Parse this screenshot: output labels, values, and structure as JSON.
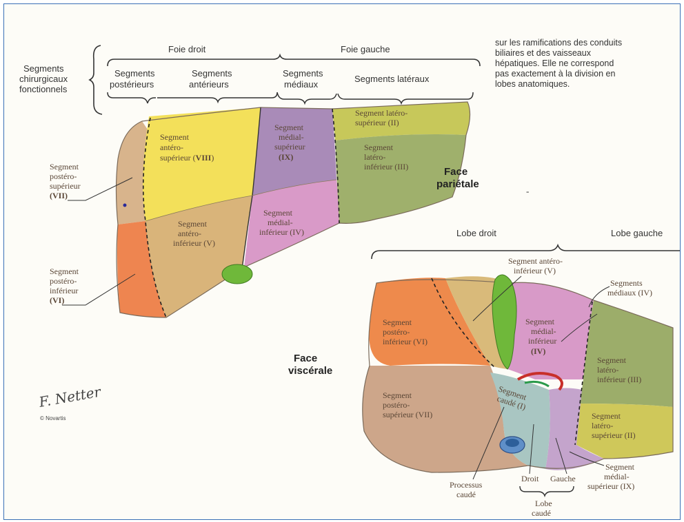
{
  "header": {
    "functional_segments": [
      "Segments",
      "chirurgicaux",
      "fonctionnels"
    ],
    "foie_droit": "Foie droit",
    "foie_gauche": "Foie gauche",
    "posterieurs": [
      "Segments",
      "postérieurs"
    ],
    "anterieurs": [
      "Segments",
      "antérieurs"
    ],
    "mediaux": [
      "Segments",
      "médiaux"
    ],
    "lateraux": "Segments latéraux"
  },
  "note": [
    "sur les ramifications des conduits",
    "biliaires et des vaisseaux",
    "hépatiques. Elle ne correspond",
    "pas exactement à la division en",
    "lobes anatomiques."
  ],
  "parietal": {
    "title": [
      "Face",
      "pariétale"
    ],
    "dash": "-",
    "seg_viii": [
      "Segment",
      "antéro-",
      "supérieur (",
      "VIII",
      ")"
    ],
    "seg_ix": [
      "Segment",
      "médial-",
      "supérieur",
      "(IX)"
    ],
    "seg_ii": [
      "Segment latéro-",
      "supérieur (II)"
    ],
    "seg_iii": [
      "Segment",
      "latéro-",
      "inférieur (III)"
    ],
    "seg_v": [
      "Segment",
      "antéro-",
      "inférieur (V)"
    ],
    "seg_iv": [
      "Segment",
      "médial-",
      "inférieur (IV)"
    ],
    "seg_vii": [
      "Segment",
      "postéro-",
      "supérieur",
      "(VII)"
    ],
    "seg_vi": [
      "Segment",
      "postéro-",
      "inférieur",
      "(VI)"
    ]
  },
  "visceral": {
    "title": [
      "Face",
      "viscérale"
    ],
    "lobe_droit": "Lobe droit",
    "lobe_gauche": "Lobe gauche",
    "seg_v": [
      "Segment antéro-",
      "inférieur (V)"
    ],
    "mediaux_iv": [
      "Segments",
      "médiaux (IV)"
    ],
    "seg_vi": [
      "Segment",
      "postéro-",
      "inférieur (VI)"
    ],
    "seg_iv": [
      "Segment",
      "médial-",
      "inférieur",
      "(IV)"
    ],
    "seg_iii": [
      "Segment",
      "latéro-",
      "inférieur (III)"
    ],
    "seg_vii": [
      "Segment",
      "postéro-",
      "supérieur (VII)"
    ],
    "caude": [
      "Segment",
      "caudé (I)"
    ],
    "seg_ii": [
      "Segment",
      "latéro-",
      "supérieur (II)"
    ],
    "seg_ix": [
      "Segment",
      "médial-",
      "supérieur (IX)"
    ],
    "processus": [
      "Processus",
      "caudé"
    ],
    "droit": "Droit",
    "gauche": "Gauche",
    "lobe_caude": [
      "Lobe",
      "caudé"
    ]
  },
  "signature": {
    "text": "F. Netter",
    "copyright": "© Novartis"
  },
  "colors": {
    "yellow": "#f2df5a",
    "tan": "#d9b47a",
    "purple": "#a98bb8",
    "pink": "#d99ac8",
    "olive": "#c7c56a",
    "green": "#9cad6a",
    "orange": "#ee8a4c",
    "mauve": "#cba68a",
    "gallbladder": "#6fb83a",
    "vena": "#5f8fc8",
    "frame": "#3a6fb5"
  }
}
